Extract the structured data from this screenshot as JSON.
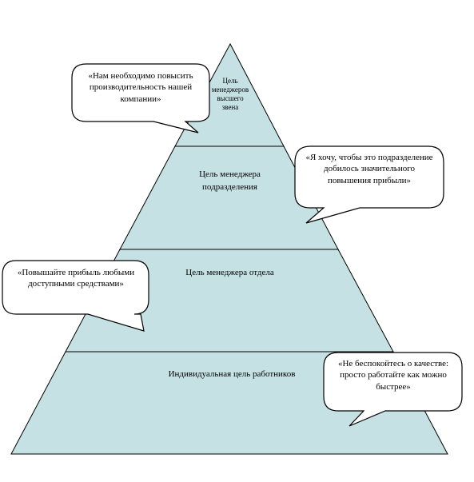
{
  "colors": {
    "pyramid_fill": "#c5e1e4",
    "outline": "#000000",
    "bubble_fill": "#ffffff"
  },
  "pyramid": {
    "tiers": [
      {
        "label": "Цель менеджеров высшего звена"
      },
      {
        "label": "Цель менеджера подразделения"
      },
      {
        "label": "Цель менеджера отдела"
      },
      {
        "label": "Индивидуальная цель работников"
      }
    ]
  },
  "callouts": [
    {
      "text": "«Нам необходимо повысить производительность нашей компании»"
    },
    {
      "text": "«Я хочу, чтобы это подразделение добилось значительного повышения прибыли»"
    },
    {
      "text": "«Повышайте прибыль любыми доступными средствами»"
    },
    {
      "text": "«Не беспокойтесь о качестве: просто работайте как можно быстрее»"
    }
  ]
}
